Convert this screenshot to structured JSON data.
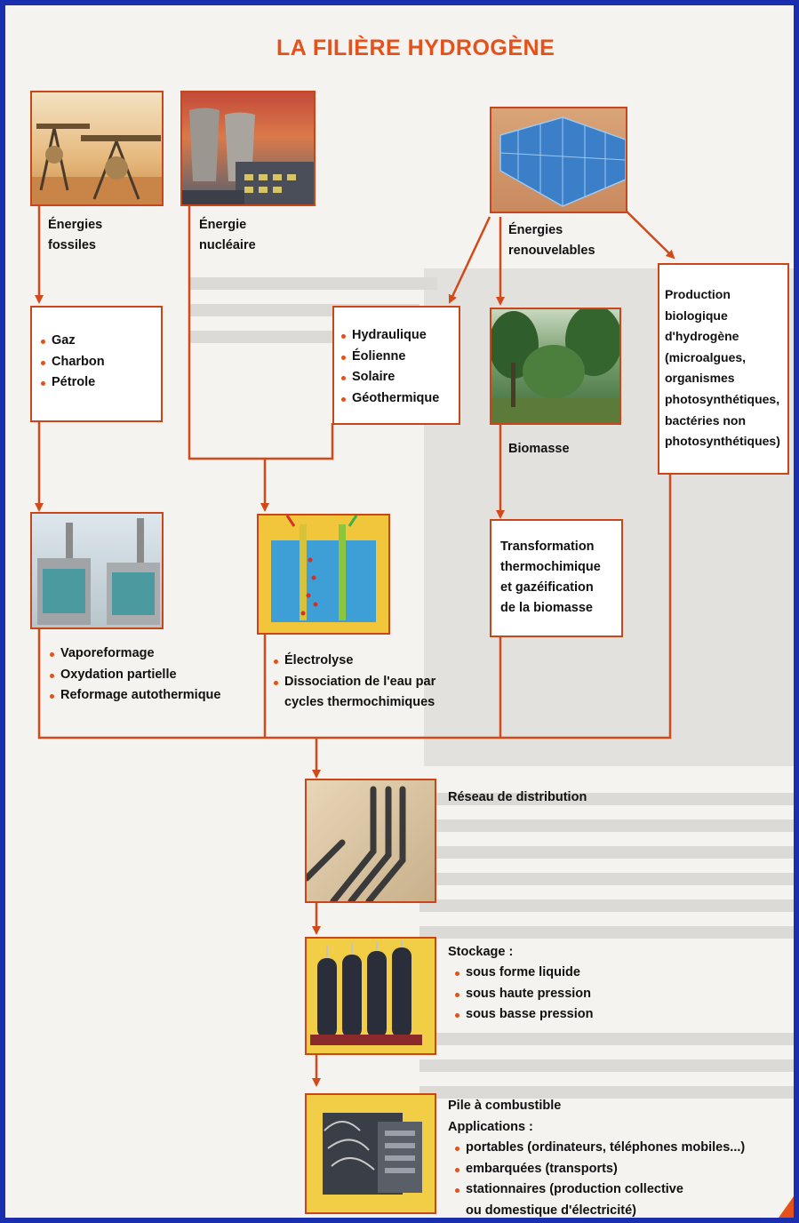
{
  "title": "LA FILIÈRE HYDROGÈNE",
  "sources": {
    "fossiles": "Énergies\nfossiles",
    "nucleaire": "Énergie\nnucléaire",
    "renouvelables": "Énergies\nrenouvelables"
  },
  "fossil_list": [
    "Gaz",
    "Charbon",
    "Pétrole"
  ],
  "renewable_list": [
    "Hydraulique",
    "Éolienne",
    "Solaire",
    "Géothermique"
  ],
  "biomasse_label": "Biomasse",
  "bio_production": "Production\nbiologique\nd'hydrogène\n(microalgues,\norganismes\nphotosynthétiques,\nbactéries non\nphotosynthétiques)",
  "thermochem": "Transformation\nthermochimique\net gazéification\nde la biomasse",
  "reforming_list": [
    "Vaporeformage",
    "Oxydation partielle",
    "Reformage autothermique"
  ],
  "electrolysis_list": [
    "Électrolyse",
    "Dissociation de l'eau par\ncycles thermochimiques"
  ],
  "reseau": "Réseau de distribution",
  "stockage": {
    "heading": "Stockage :",
    "items": [
      "sous forme liquide",
      "sous haute pression",
      "sous basse pression"
    ]
  },
  "pile": {
    "heading": "Pile à combustible",
    "subheading": "Applications :",
    "items": [
      "portables (ordinateurs, téléphones mobiles...)",
      "embarquées (transports)",
      "stationnaires (production collective\nou domestique d'électricité)"
    ]
  },
  "colors": {
    "accent": "#e4511a",
    "box_border": "#c9461b",
    "frame": "#1a2fb0"
  }
}
